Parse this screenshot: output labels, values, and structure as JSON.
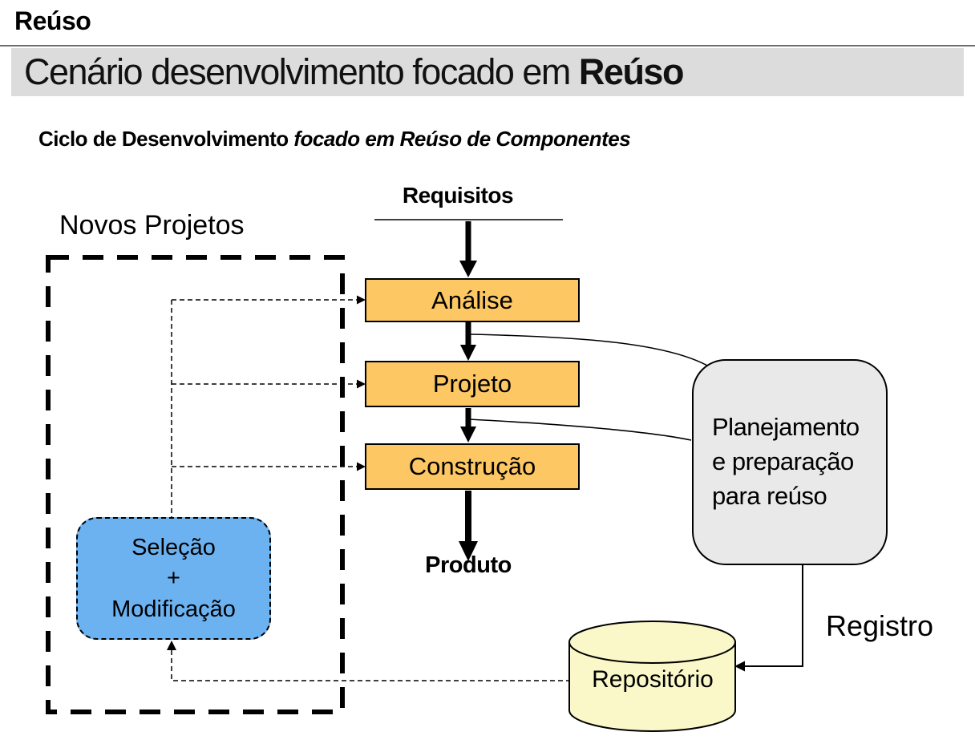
{
  "header": {
    "kicker": "Reúso",
    "banner_regular": "Cenário desenvolvimento focado em ",
    "banner_bold": "Reúso",
    "subtitle_regular": "Ciclo de Desenvolvimento ",
    "subtitle_italic": "focado em Reúso de Componentes"
  },
  "diagram": {
    "input_label": "Requisitos",
    "output_label": "Produto",
    "phases": [
      {
        "label": "Análise"
      },
      {
        "label": "Projeto"
      },
      {
        "label": "Construção"
      }
    ],
    "new_projects_label": "Novos Projetos",
    "selection_box": {
      "lines": [
        "Seleção",
        "+",
        "Modificação"
      ]
    },
    "planning_box": {
      "lines": [
        "Planejamento",
        "e preparação",
        "para reúso"
      ]
    },
    "repository_label": "Repositório",
    "register_label": "Registro"
  },
  "colors": {
    "phase_fill": "#fdc763",
    "selection_fill": "#6cb1f0",
    "planning_fill": "#e9e9e9",
    "repository_fill": "#faf8c8",
    "banner_fill": "#dcdcdc",
    "line_color": "#000000"
  }
}
